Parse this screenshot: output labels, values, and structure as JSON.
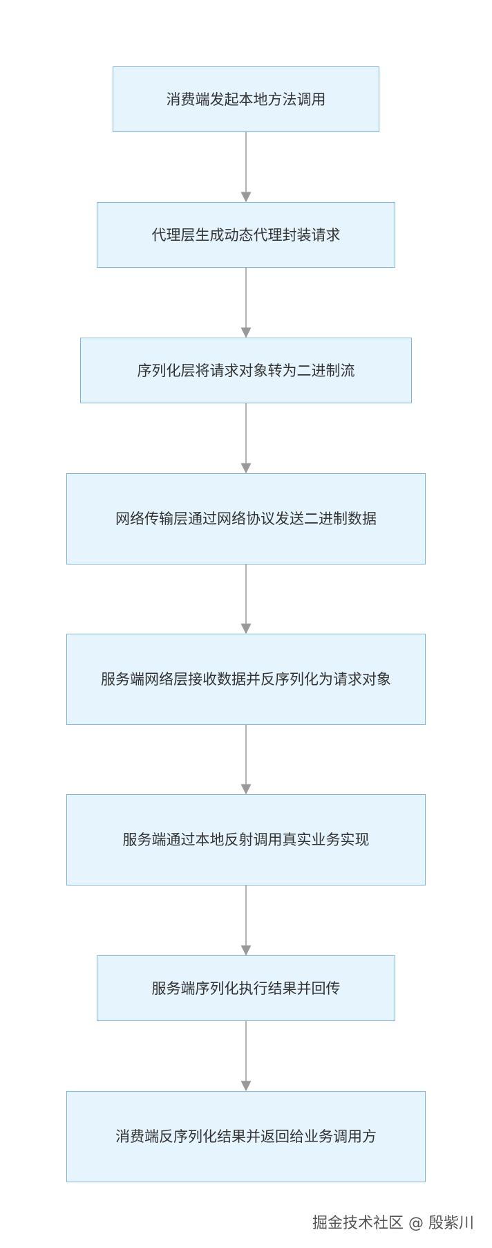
{
  "flowchart": {
    "steps": [
      {
        "label": "消费端发起本地方法调用"
      },
      {
        "label": "代理层生成动态代理封装请求"
      },
      {
        "label": "序列化层将请求对象转为二进制流"
      },
      {
        "label": "网络传输层通过网络协议发送二进制数据"
      },
      {
        "label": "服务端网络层接收数据并反序列化为请求对象"
      },
      {
        "label": "服务端通过本地反射调用真实业务实现"
      },
      {
        "label": "服务端序列化执行结果并回传"
      },
      {
        "label": "消费端反序列化结果并返回给业务调用方"
      }
    ],
    "colors": {
      "node_fill": "#e6f4fd",
      "node_border": "#7fb2e5",
      "edge": "#999999",
      "text": "#333333"
    }
  },
  "watermark": {
    "text": "掘金技术社区 @ 殷紫川"
  }
}
